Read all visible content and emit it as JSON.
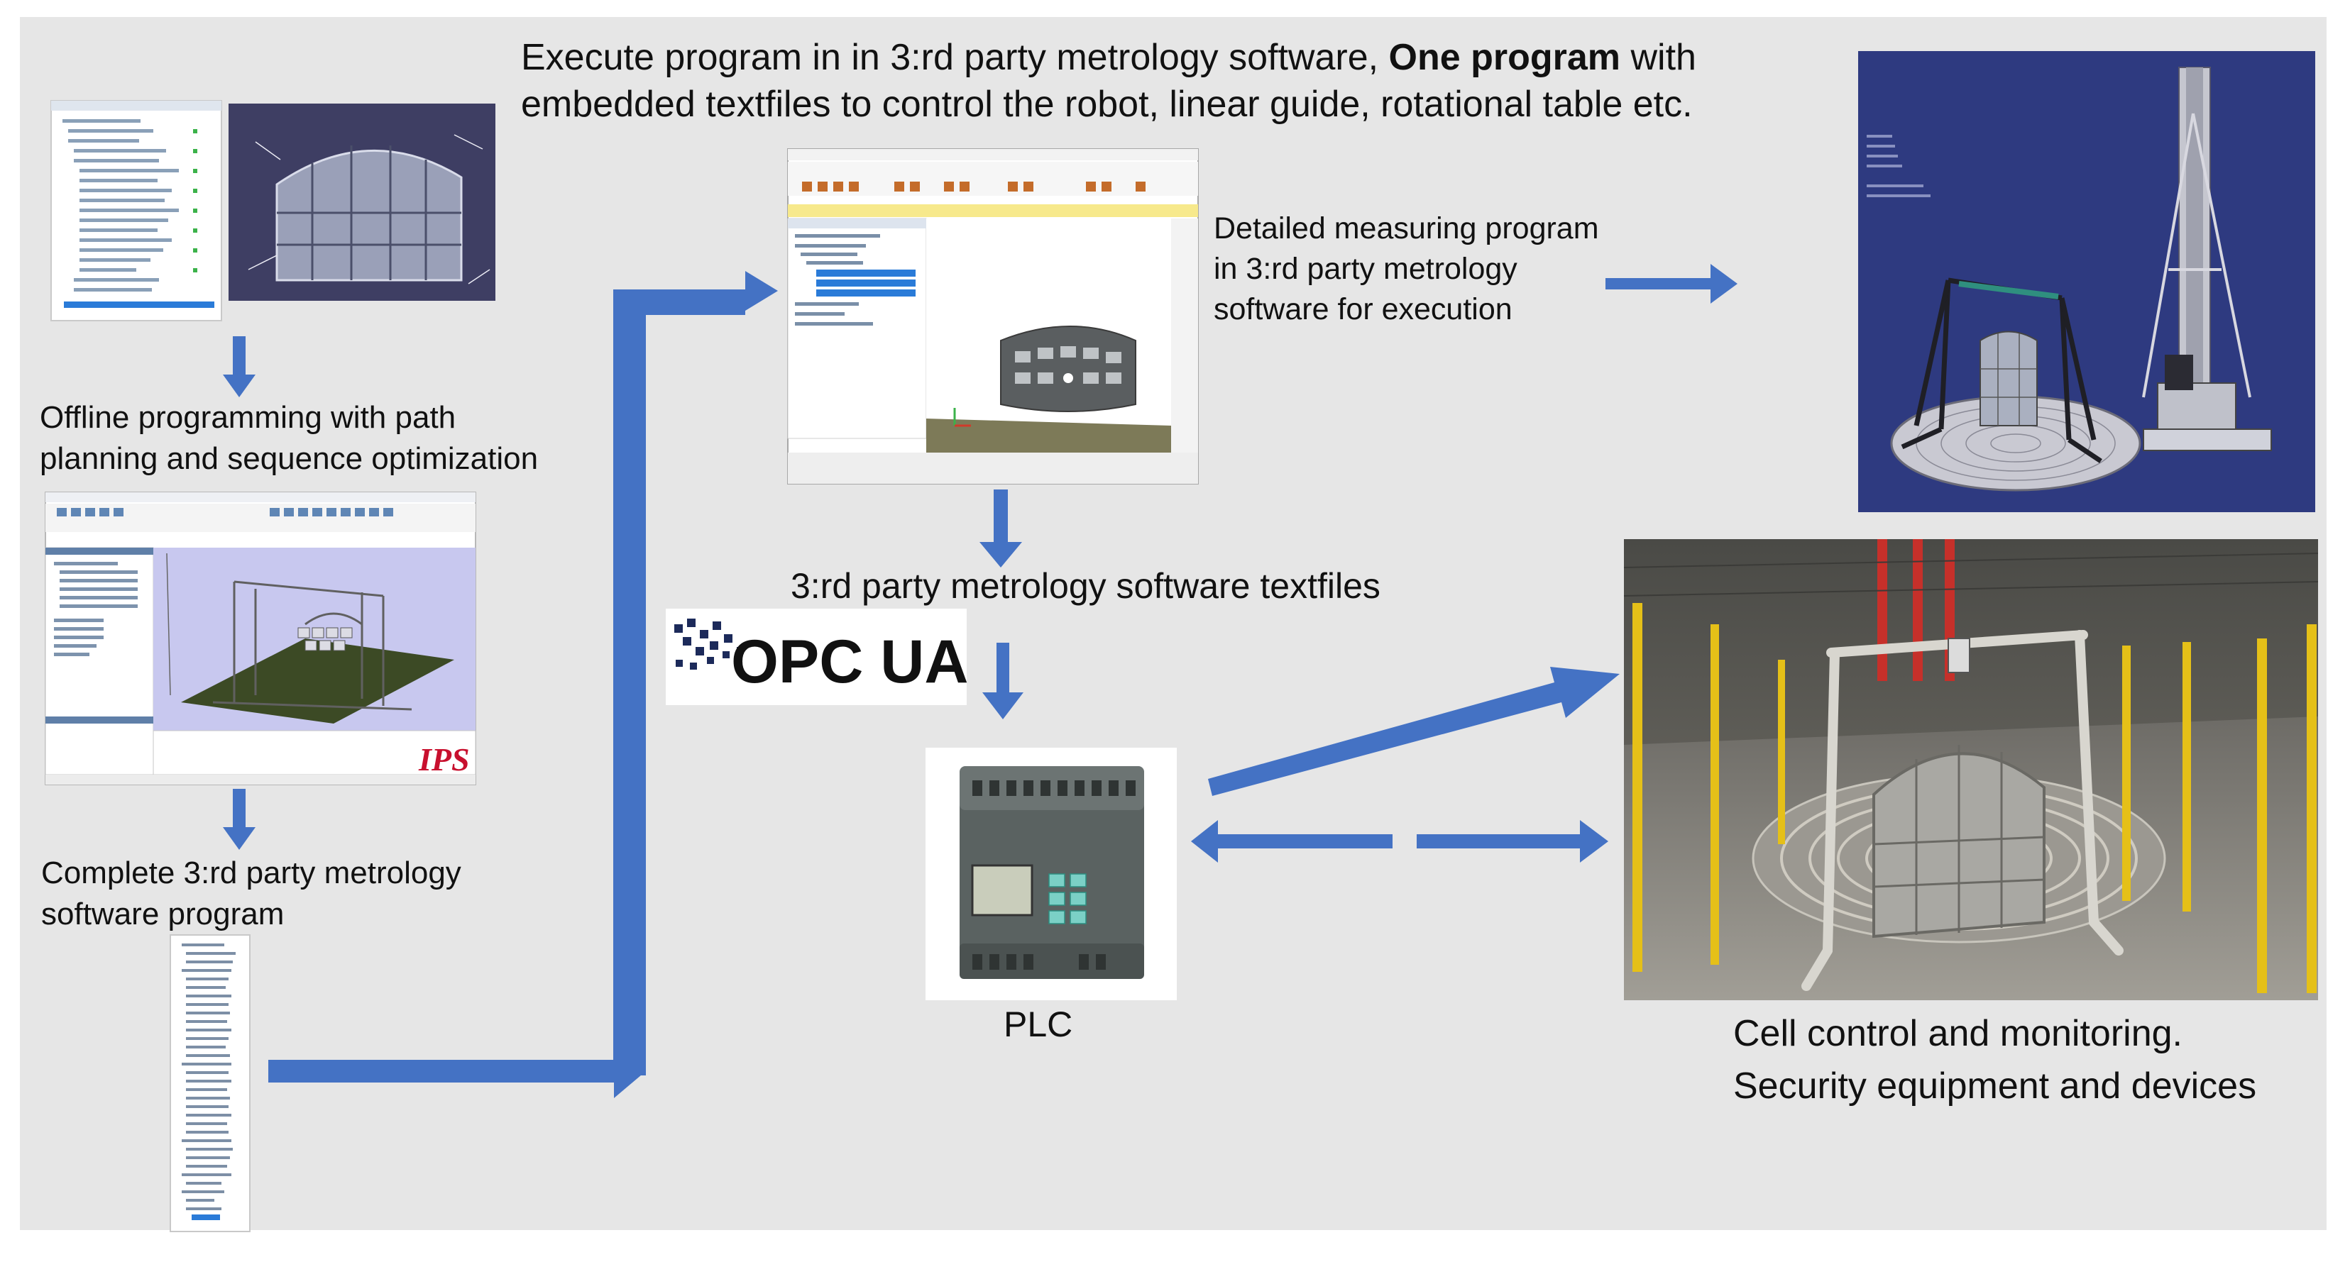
{
  "colors": {
    "background": "#e6e6e6",
    "arrow": "#4472c4",
    "cad_bg": "#2e3a80",
    "ips_viewport": "#c8c8ef",
    "ips_logo": "#c8102e",
    "plc_body": "#58605f",
    "plc_keypad": "#2fae9a",
    "photo_floor": "#8c8a84",
    "photo_fence_yellow": "#e5c018",
    "photo_mast_red": "#c6302a"
  },
  "header": {
    "line1_a": "Execute program in in 3:rd party metrology software, ",
    "line1_bold": "One program",
    "line1_b": " with",
    "line2": "embedded textfiles to control the robot, linear guide, rotational table etc."
  },
  "labels": {
    "offline_1": "Offline programming with path",
    "offline_2": "planning and sequence optimization",
    "complete_1": "Complete 3:rd party metrology",
    "complete_2": "software program",
    "detailed_1": "Detailed measuring program",
    "detailed_2": "in 3:rd party metrology",
    "detailed_3": "software for execution",
    "textfiles": "3:rd party metrology software textfiles",
    "plc": "PLC",
    "cell_1": "Cell control and monitoring.",
    "cell_2": "Security equipment and devices"
  },
  "logos": {
    "opc_ua": "OPC UA",
    "ips": "IPS"
  },
  "icons": {
    "arrow": "arrow-icon",
    "plc": "plc-device-icon",
    "opc": "opc-ua-logo-icon"
  }
}
